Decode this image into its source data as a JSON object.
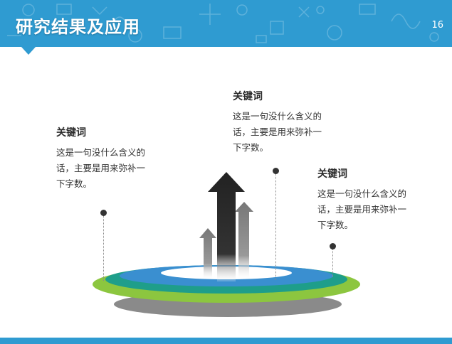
{
  "header": {
    "title": "研究结果及应用",
    "page_number": "16"
  },
  "blocks": [
    {
      "keyword": "关键词",
      "desc": "这是一句没什么含义的话，主要是用来弥补一下字数。"
    },
    {
      "keyword": "关键词",
      "desc": "这是一句没什么含义的话，主要是用来弥补一下字数。"
    },
    {
      "keyword": "关键词",
      "desc": "这是一句没什么含义的话，主要是用来弥补一下字数。"
    }
  ],
  "colors": {
    "header": "#2f9bd1",
    "ring_green": "#8cc63f",
    "ring_teal": "#1e9e8a",
    "ring_blue": "#3a8fd0",
    "arrow_dark": "#222222",
    "arrow_gray": "#8a8a8a"
  }
}
